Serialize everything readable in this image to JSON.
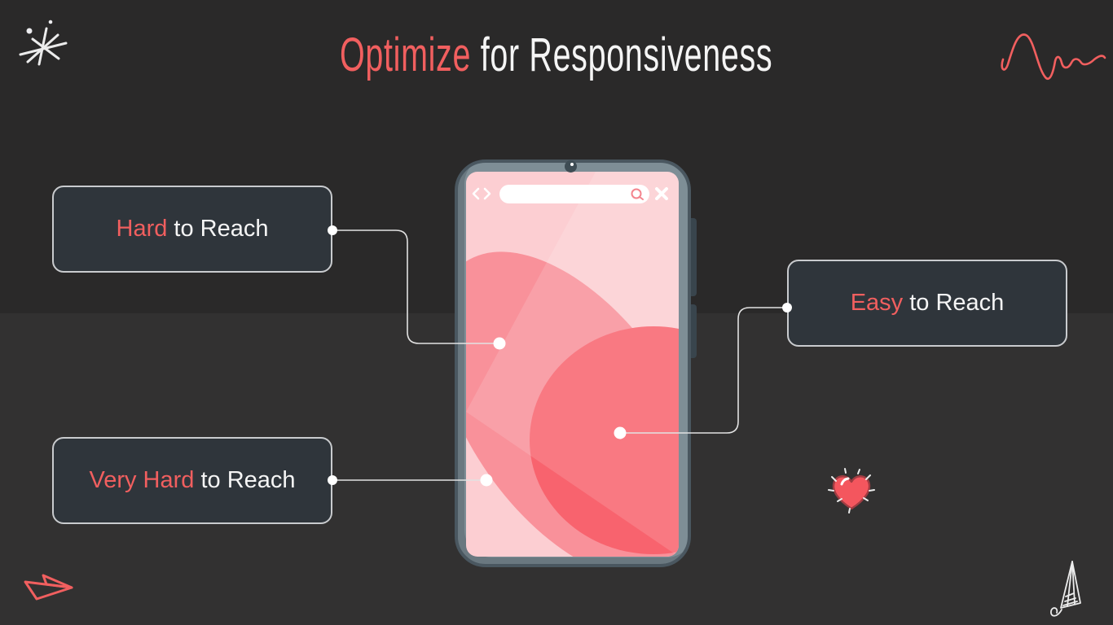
{
  "slide": {
    "title": {
      "emphasis": "Optimize",
      "rest": "for Responsiveness"
    }
  },
  "callouts": {
    "hard": {
      "emphasis": "Hard",
      "rest": "to Reach"
    },
    "very_hard": {
      "emphasis": "Very Hard",
      "rest": "to Reach"
    },
    "easy": {
      "emphasis": "Easy",
      "rest": "to Reach"
    }
  },
  "phone": {
    "zones": {
      "base": {
        "meaning": "screen background",
        "color": "#fcced2"
      },
      "hard": {
        "meaning": "hard to reach area",
        "color": "#f9919a"
      },
      "easy": {
        "meaning": "easy to reach area",
        "color": "#f8636e"
      }
    },
    "browser": {
      "back_icon": "chevron-left",
      "forward_icon": "chevron-right",
      "search_value": "",
      "search_icon": "magnifier",
      "close_icon": "x"
    }
  },
  "decorations": {
    "top_left": "sparkle-doodle",
    "top_right": "squiggle-doodle",
    "mid_right": "heart-doodle",
    "bottom_left": "paper-plane-doodle",
    "bottom_right": "quill-plane-doodle"
  },
  "colors": {
    "accent": "#f15f5f",
    "bg_top": "#2a2929",
    "bg_bottom": "#323131",
    "callout_bg": "#2f353b",
    "callout_border": "#c9cbce",
    "text_light": "#f5f5f5",
    "phone_body": "#7e8e96",
    "phone_outline": "#4a5760",
    "screen_pink": "#fcced2",
    "zone_hard": "#f9919a",
    "zone_easy": "#f8636e",
    "connector": "#e2e2e2"
  }
}
